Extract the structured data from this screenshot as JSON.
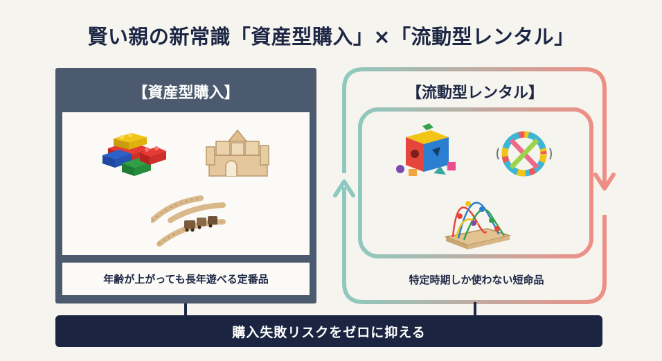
{
  "title": "賢い親の新常識「資産型購入」×「流動型レンタル」",
  "left": {
    "heading": "【資産型購入】",
    "caption": "年齢が上がっても長年遊べる定番品",
    "items": [
      "building-blocks-icon",
      "wooden-blocks-icon",
      "wooden-train-track-icon"
    ]
  },
  "right": {
    "heading": "【流動型レンタル】",
    "caption": "特定時期しか使わない短命品",
    "items": [
      "shape-sorter-cube-icon",
      "rattle-ring-icon",
      "bead-maze-icon"
    ]
  },
  "bottom": {
    "label": "購入失敗リスクをゼロに抑える"
  },
  "colors": {
    "navy": "#1d2745",
    "slate": "#4c5a6f",
    "teal": "#8ec9bf",
    "coral": "#ee8f86"
  }
}
